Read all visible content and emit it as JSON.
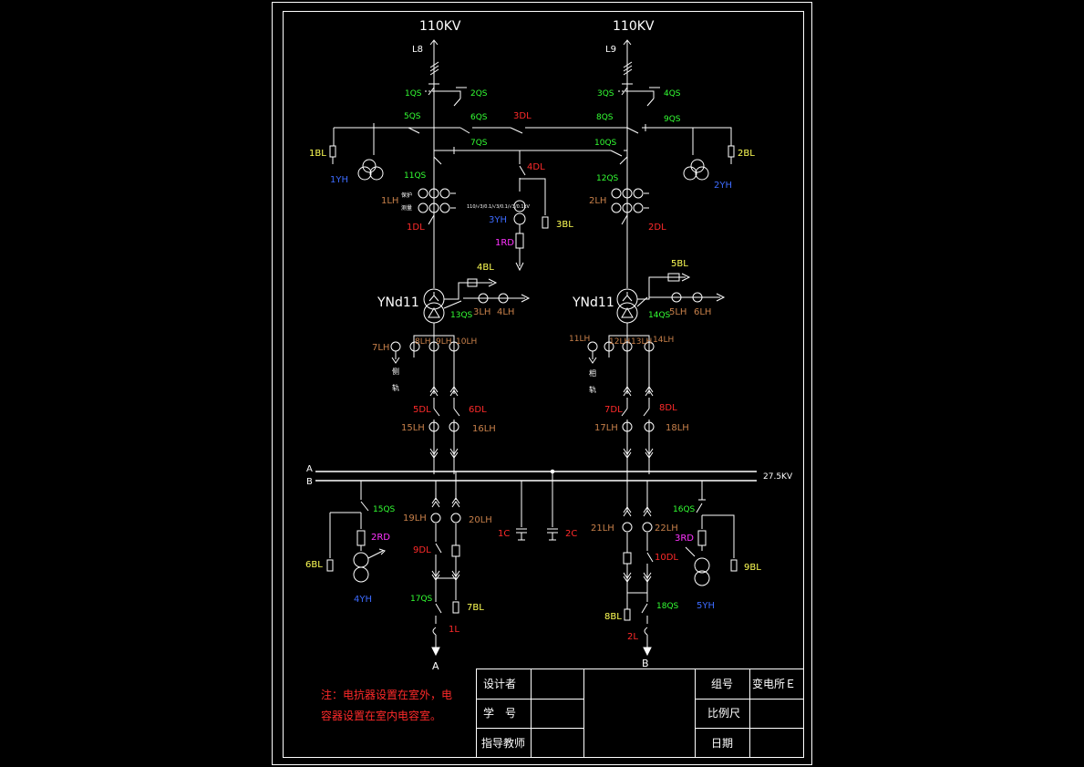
{
  "voltage_left": "110KV",
  "voltage_right": "110KV",
  "line_left": "L8",
  "line_right": "L9",
  "switches": {
    "s1": "1QS",
    "s2": "2QS",
    "s3": "3QS",
    "s4": "4QS",
    "s5": "5QS",
    "s6": "6QS",
    "s7": "7QS",
    "s8": "8QS",
    "s9": "9QS",
    "s10": "10QS",
    "s11": "11QS",
    "s12": "12QS",
    "s13": "13QS",
    "s14": "14QS",
    "s15": "15QS",
    "s16": "16QS",
    "s17": "17QS",
    "s18": "18QS"
  },
  "breakers": {
    "d1": "1DL",
    "d2": "2DL",
    "d3": "3DL",
    "d4": "4DL",
    "d5": "5DL",
    "d6": "6DL",
    "d7": "7DL",
    "d8": "8DL",
    "d9": "9DL",
    "d10": "10DL"
  },
  "fuses": {
    "bl1": "1BL",
    "bl2": "2BL",
    "bl3": "3BL",
    "bl4": "4BL",
    "bl5": "5BL",
    "bl6": "6BL",
    "bl7": "7BL",
    "bl8": "8BL",
    "bl9": "9BL"
  },
  "vts": {
    "yh1": "1YH",
    "yh2": "2YH",
    "yh3": "3YH",
    "yh4": "4YH",
    "yh5": "5YH"
  },
  "cts": {
    "lh1": "1LH",
    "lh2": "2LH",
    "lh3": "3LH",
    "lh4": "4LH",
    "lh5": "5LH",
    "lh6": "6LH",
    "lh7": "7LH",
    "lh8": "8LH",
    "lh9": "9LH",
    "lh10": "10LH",
    "lh11": "11LH",
    "lh12": "12LH",
    "lh13": "13LH",
    "lh14": "14LH",
    "lh15": "15LH",
    "lh16": "16LH",
    "lh17": "17LH",
    "lh18": "18LH",
    "lh19": "19LH",
    "lh20": "20LH",
    "lh21": "21LH",
    "lh22": "22LH"
  },
  "rds": {
    "rd1": "1RD",
    "rd2": "2RD",
    "rd3": "3RD"
  },
  "caps": {
    "c1": "1C",
    "c2": "2C"
  },
  "reactors": {
    "l1": "1L",
    "l2": "2L"
  },
  "transformer_left": "YNd11",
  "transformer_right": "YNd11",
  "bus_a": "A",
  "bus_b": "B",
  "bus_voltage": "27.5KV",
  "feeder_a": "A",
  "feeder_b": "B",
  "small_a1": "保护",
  "small_a2": "测量",
  "small_b1": "110/√3/0.1/√3/0.1/√3/0.1kV",
  "small_c1": "侧",
  "small_c2": "轨",
  "small_d1": "相",
  "small_d2": "轨",
  "note_line1": "注：电抗器设置在室外，电",
  "note_line2": "容器设置在室内电容室。",
  "title_block": {
    "designer": "设计者",
    "student_no": "学　号",
    "advisor": "指导教师",
    "group": "组号",
    "project": "变电所Ｅ",
    "scale": "比例尺",
    "date": "日期"
  },
  "colors": {
    "background": "#000000",
    "line": "#ffffff",
    "switch": "#33ff33",
    "breaker": "#ff2a2a",
    "fuse": "#ffff55",
    "vt": "#3d6bff",
    "ct": "#c8804a",
    "rd": "#ff33ff"
  }
}
